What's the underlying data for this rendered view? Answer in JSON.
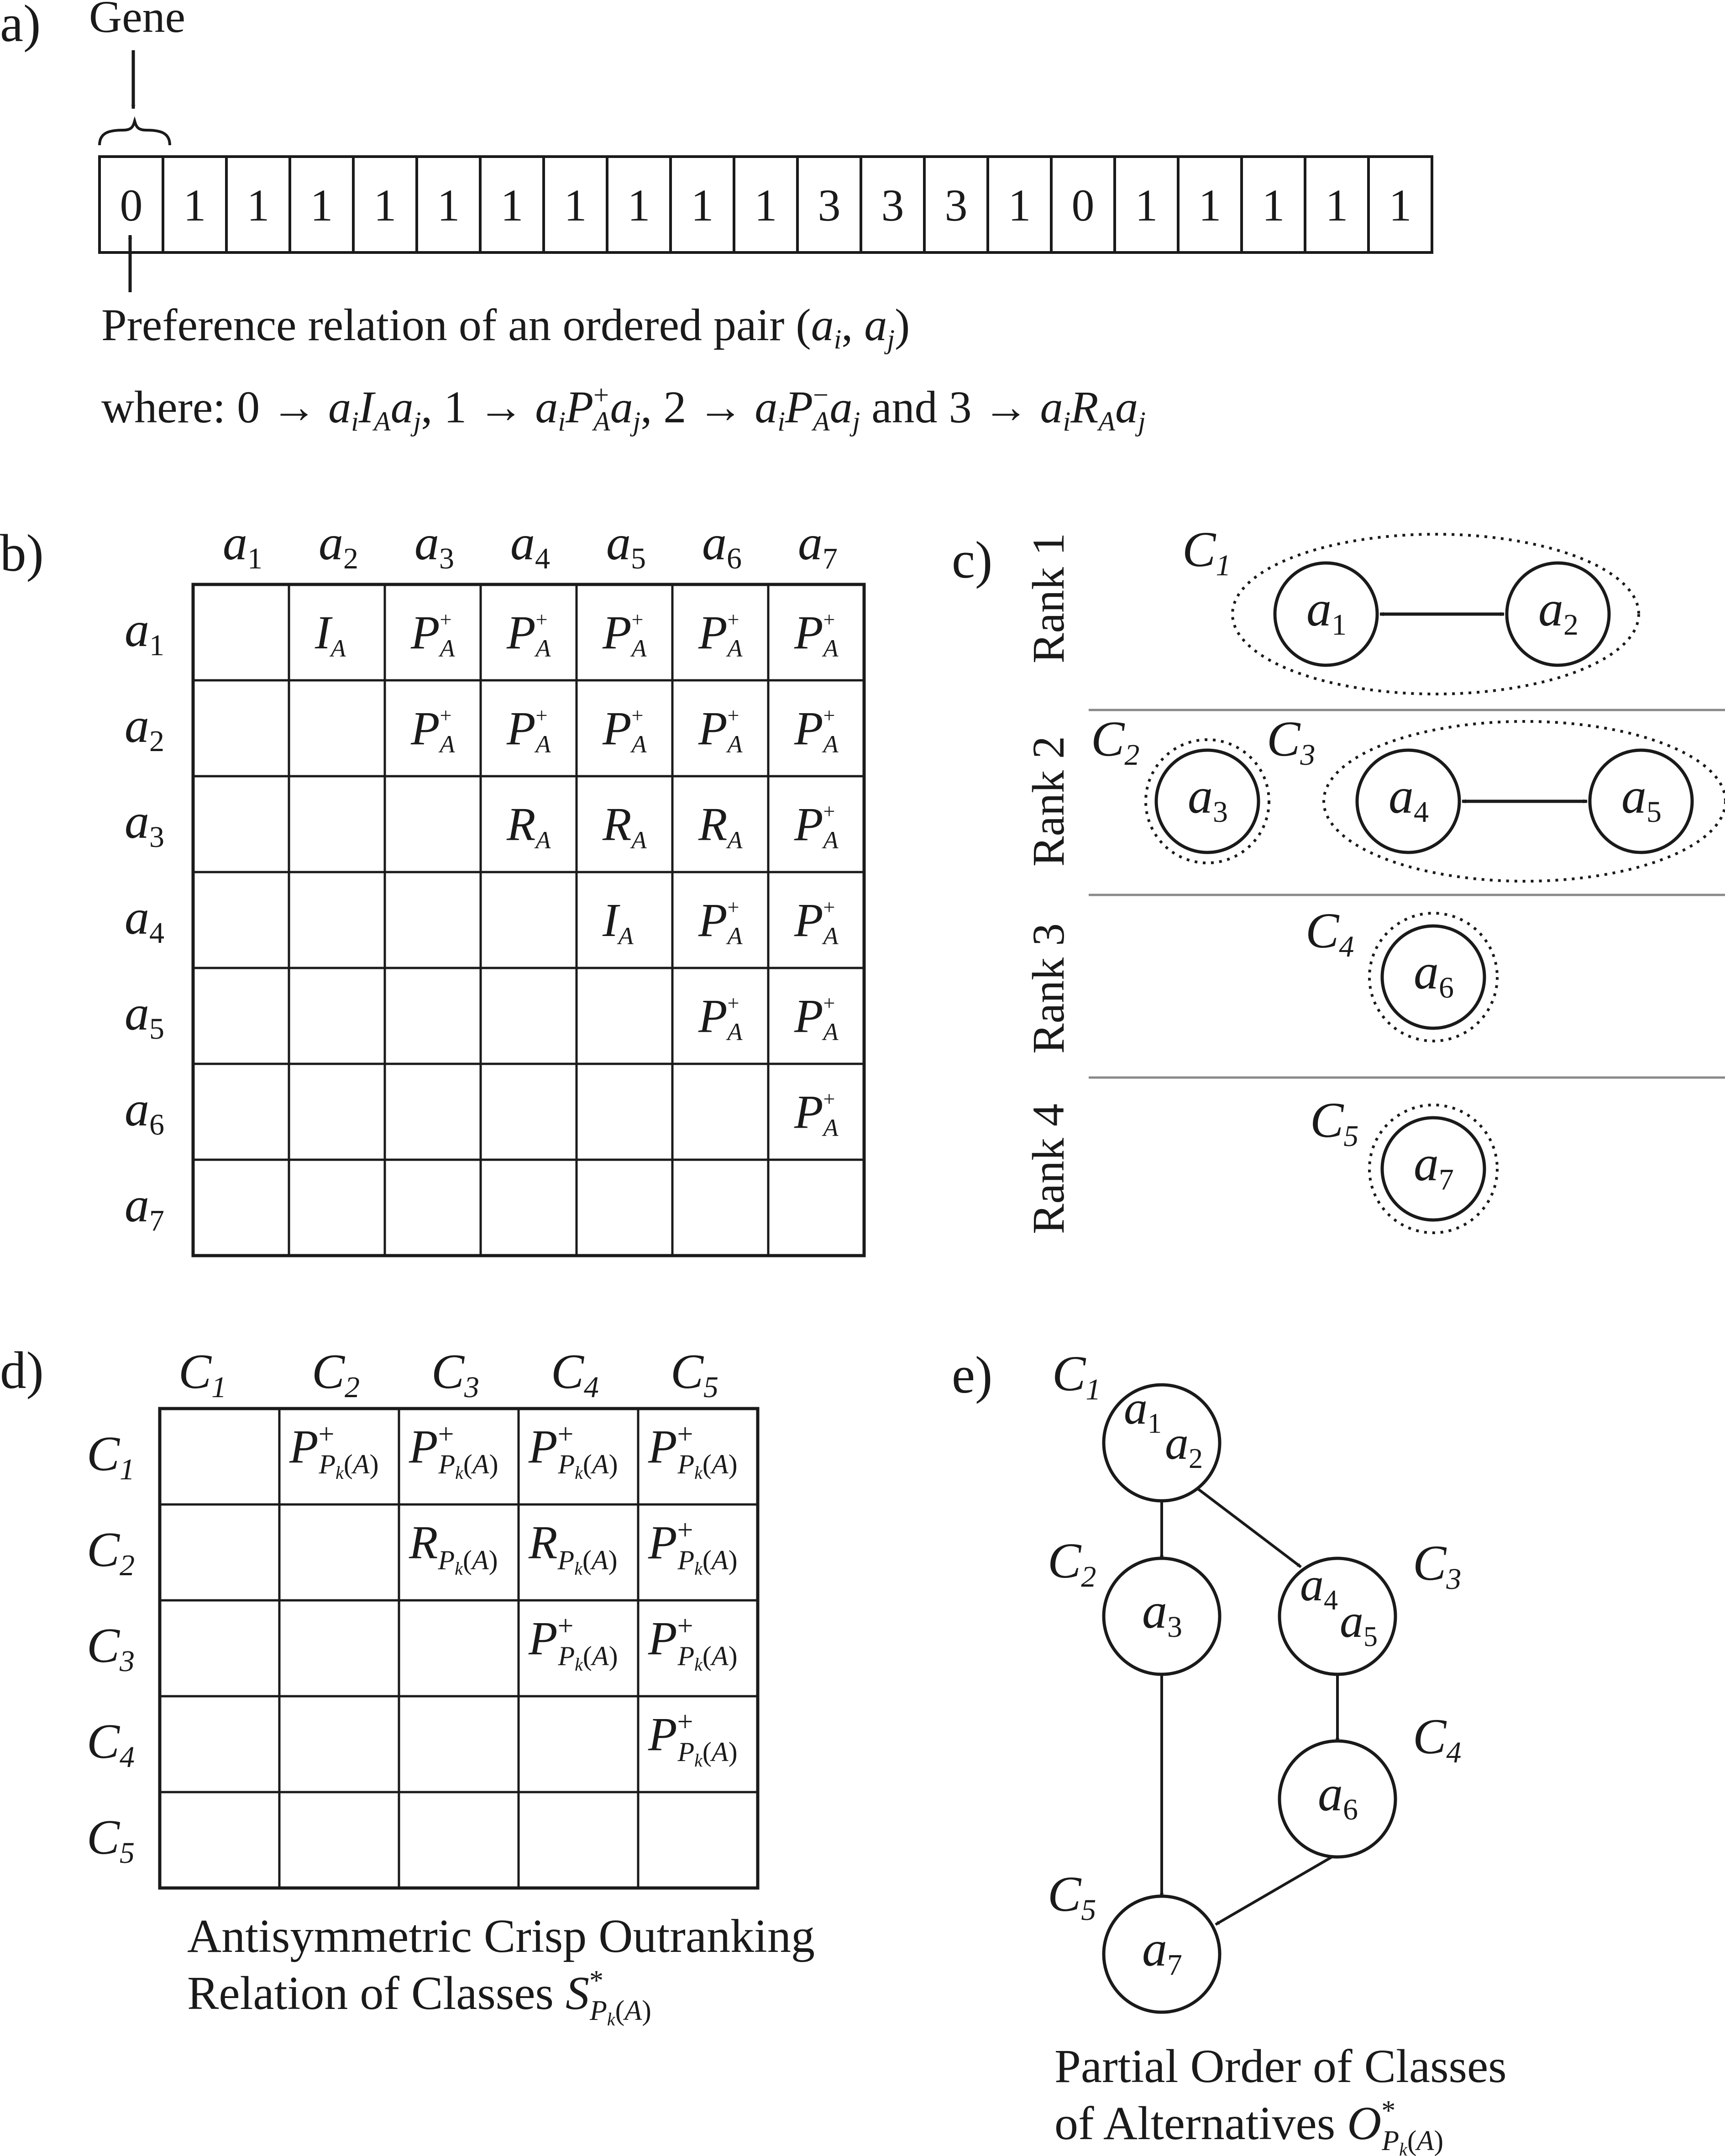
{
  "panel_a": {
    "label": "a)",
    "gene_label": "Gene",
    "genes": [
      "0",
      "1",
      "1",
      "1",
      "1",
      "1",
      "1",
      "1",
      "1",
      "1",
      "1",
      "3",
      "3",
      "3",
      "1",
      "0",
      "1",
      "1",
      "1",
      "1",
      "1"
    ],
    "caption_line1": "Preference relation of an ordered pair",
    "caption_line2_prefix": "where:",
    "caption_and": "and"
  },
  "panel_b": {
    "label": "b)",
    "headers": [
      "a1",
      "a2",
      "a3",
      "a4",
      "a5",
      "a6",
      "a7"
    ],
    "cells": [
      [
        "",
        "I",
        "P+",
        "P+",
        "P+",
        "P+",
        "P+"
      ],
      [
        "",
        "",
        "P+",
        "P+",
        "P+",
        "P+",
        "P+"
      ],
      [
        "",
        "",
        "",
        "R",
        "R",
        "R",
        "P+"
      ],
      [
        "",
        "",
        "",
        "",
        "I",
        "P+",
        "P+"
      ],
      [
        "",
        "",
        "",
        "",
        "",
        "P+",
        "P+"
      ],
      [
        "",
        "",
        "",
        "",
        "",
        "",
        "P+"
      ],
      [
        "",
        "",
        "",
        "",
        "",
        "",
        ""
      ]
    ]
  },
  "panel_c": {
    "label": "c)",
    "ranks": [
      "Rank 1",
      "Rank 2",
      "Rank 3",
      "Rank 4"
    ]
  },
  "panel_d": {
    "label": "d)",
    "classes": [
      "C1",
      "C2",
      "C3",
      "C4",
      "C5"
    ],
    "cells": [
      [
        "",
        "P+",
        "P+",
        "P+",
        "P+"
      ],
      [
        "",
        "",
        "R",
        "R",
        "P+"
      ],
      [
        "",
        "",
        "",
        "P+",
        "P+"
      ],
      [
        "",
        "",
        "",
        "",
        "P+"
      ],
      [
        "",
        "",
        "",
        "",
        ""
      ]
    ],
    "caption_line1": "Antisymmetric Crisp Outranking",
    "caption_line2": "Relation of Classes"
  },
  "panel_e": {
    "label": "e)",
    "caption_line1": "Partial Order of Classes",
    "caption_line2": "of Alternatives"
  }
}
